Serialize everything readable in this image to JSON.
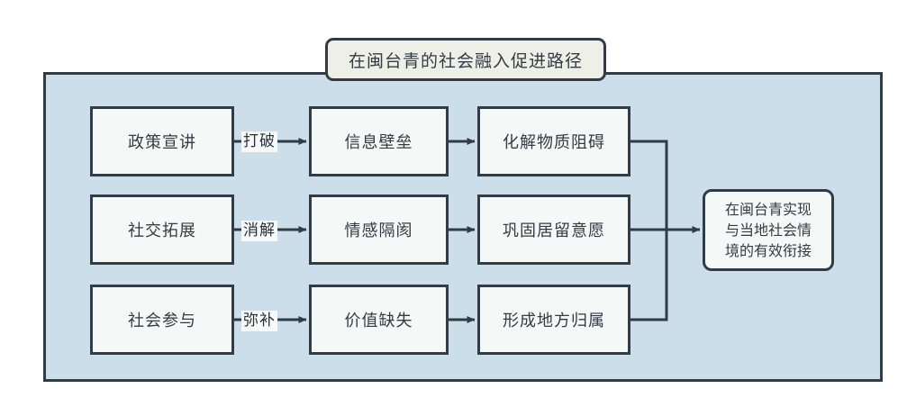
{
  "diagram": {
    "title": "在闽台青的社会融入促进路径",
    "colors": {
      "panel_fill": "#cbdeea",
      "panel_border": "#323c46",
      "node_fill": "#f4f9f8",
      "title_fill": "#eef0e8",
      "label_fill": "#f7f9f8",
      "text": "#333c44"
    },
    "rows": [
      {
        "source": "政策宣讲",
        "relation": "打破",
        "middle": "信息壁垒",
        "result": "化解物质阻碍"
      },
      {
        "source": "社交拓展",
        "relation": "消解",
        "middle": "情感隔阂",
        "result": "巩固居留意愿"
      },
      {
        "source": "社会参与",
        "relation": "弥补",
        "middle": "价值缺失",
        "result": "形成地方归属"
      }
    ],
    "outcome": {
      "line1": "在闽台青实现",
      "line2": "与当地社会情",
      "line3": "境的有效衔接"
    }
  }
}
